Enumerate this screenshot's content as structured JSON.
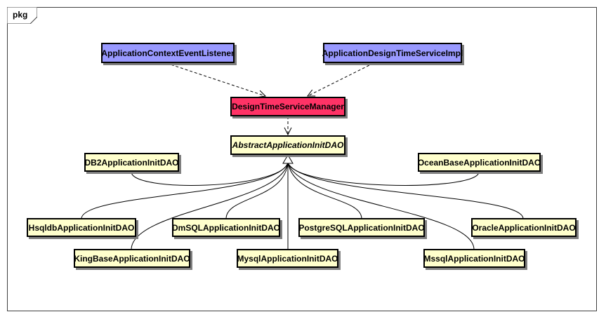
{
  "diagram": {
    "frame_label": "pkg",
    "colors": {
      "interface_fill": "#9999ff",
      "manager_fill": "#ff3366",
      "class_fill": "#ffffcc",
      "border": "#000000"
    },
    "nodes": {
      "application_context_event_listener": "ApplicationContextEventListener",
      "application_design_time_service_impl": "ApplicationDesignTimeServiceImpl",
      "design_time_service_manager": "DesignTimeServiceManager",
      "abstract_application_init_dao": "AbstractApplicationInitDAO",
      "db2_application_init_dao": "DB2ApplicationInitDAO",
      "ocean_base_application_init_dao": "OceanBaseApplicationInitDAO",
      "hsqldb_application_init_dao": "HsqldbApplicationInitDAO",
      "dm_sql_application_init_dao": "DmSQLApplicationInitDAO",
      "postgre_sql_application_init_dao": "PostgreSQLApplicationInitDAO",
      "oracle_application_init_dao": "OracleApplicationInitDAO",
      "king_base_application_init_dao": "KingBaseApplicationInitDAO",
      "mysql_application_init_dao": "MysqlApplicationInitDAO",
      "mssql_application_init_dao": "MssqlApplicationInitDAO"
    }
  }
}
